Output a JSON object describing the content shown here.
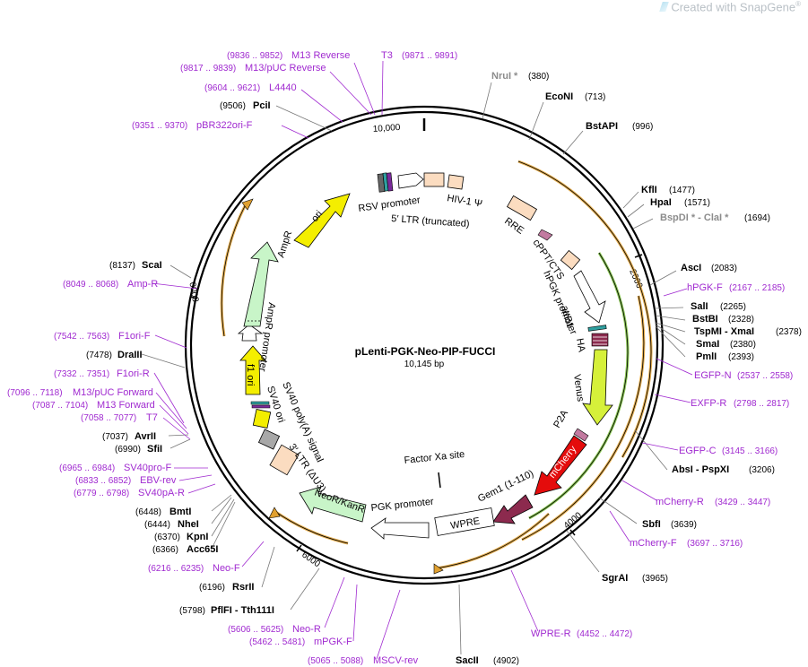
{
  "branding": {
    "prefix": "Created with ",
    "product": "SnapGene",
    "mark": "®"
  },
  "plasmid": {
    "name": "pLenti-PGK-Neo-PIP-FUCCI",
    "length_label": "10,145 bp"
  },
  "ticks": [
    {
      "label": "2000"
    },
    {
      "label": "4000"
    },
    {
      "label": "6000"
    },
    {
      "label": "8000"
    },
    {
      "label": "10,000"
    }
  ],
  "enzymes": [
    {
      "name": "NruI *",
      "pos": "(380)",
      "gray": true
    },
    {
      "name": "EcoNI",
      "pos": "(713)"
    },
    {
      "name": "BstAPI",
      "pos": "(996)"
    },
    {
      "name": "KflI",
      "pos": "(1477)"
    },
    {
      "name": "HpaI",
      "pos": "(1571)"
    },
    {
      "name": "BspDI * - ClaI *",
      "pos": "(1694)",
      "gray": true
    },
    {
      "name": "AscI",
      "pos": "(2083)"
    },
    {
      "name": "SalI",
      "pos": "(2265)"
    },
    {
      "name": "BstBI",
      "pos": "(2328)"
    },
    {
      "name": "TspMI - XmaI",
      "pos": "(2378)"
    },
    {
      "name": "SmaI",
      "pos": "(2380)"
    },
    {
      "name": "PmlI",
      "pos": "(2393)"
    },
    {
      "name": "AbsI - PspXI",
      "pos": "(3206)"
    },
    {
      "name": "SbfI",
      "pos": "(3639)"
    },
    {
      "name": "SgrAI",
      "pos": "(3965)"
    },
    {
      "name": "SacII",
      "pos": "(4902)"
    },
    {
      "name": "PflFI - Tth111I",
      "pos": "(5798)"
    },
    {
      "name": "RsrII",
      "pos": "(6196)"
    },
    {
      "name": "Acc65I",
      "pos": "(6366)"
    },
    {
      "name": "KpnI",
      "pos": "(6370)"
    },
    {
      "name": "NheI",
      "pos": "(6444)"
    },
    {
      "name": "BmtI",
      "pos": "(6448)"
    },
    {
      "name": "SfiI",
      "pos": "(6990)"
    },
    {
      "name": "AvrII",
      "pos": "(7037)"
    },
    {
      "name": "DraIII",
      "pos": "(7478)"
    },
    {
      "name": "ScaI",
      "pos": "(8137)"
    },
    {
      "name": "PciI",
      "pos": "(9506)"
    }
  ],
  "primers": [
    {
      "name": "M13 Reverse",
      "pos": "(9836 .. 9852)"
    },
    {
      "name": "T3",
      "pos": "(9871 .. 9891)"
    },
    {
      "name": "M13/pUC Reverse",
      "pos": "(9817 .. 9839)"
    },
    {
      "name": "L4440",
      "pos": "(9604 .. 9621)"
    },
    {
      "name": "pBR322ori-F",
      "pos": "(9351 .. 9370)"
    },
    {
      "name": "Amp-R",
      "pos": "(8049 .. 8068)"
    },
    {
      "name": "F1ori-F",
      "pos": "(7542 .. 7563)"
    },
    {
      "name": "F1ori-R",
      "pos": "(7332 .. 7351)"
    },
    {
      "name": "M13/pUC Forward",
      "pos": "(7096 .. 7118)"
    },
    {
      "name": "M13 Forward",
      "pos": "(7087 .. 7104)"
    },
    {
      "name": "T7",
      "pos": "(7058 .. 7077)"
    },
    {
      "name": "SV40pro-F",
      "pos": "(6965 .. 6984)"
    },
    {
      "name": "EBV-rev",
      "pos": "(6833 .. 6852)"
    },
    {
      "name": "SV40pA-R",
      "pos": "(6779 .. 6798)"
    },
    {
      "name": "Neo-F",
      "pos": "(6216 .. 6235)"
    },
    {
      "name": "Neo-R",
      "pos": "(5606 .. 5625)"
    },
    {
      "name": "mPGK-F",
      "pos": "(5462 .. 5481)"
    },
    {
      "name": "MSCV-rev",
      "pos": "(5065 .. 5088)"
    },
    {
      "name": "WPRE-R",
      "pos": "(4452 .. 4472)"
    },
    {
      "name": "hPGK-F",
      "pos": "(2167 .. 2185)"
    },
    {
      "name": "EGFP-N",
      "pos": "(2537 .. 2558)"
    },
    {
      "name": "EXFP-R",
      "pos": "(2798 .. 2817)"
    },
    {
      "name": "EGFP-C",
      "pos": "(3145 .. 3166)"
    },
    {
      "name": "mCherry-R",
      "pos": "(3429 .. 3447)"
    },
    {
      "name": "mCherry-F",
      "pos": "(3697 .. 3716)"
    }
  ],
  "features": {
    "rsv_promoter": "RSV promoter",
    "ltr5": "5′ LTR (truncated)",
    "hiv_psi": "HIV-1 Ψ",
    "rre": "RRE",
    "cppt": "cPPT/CTS",
    "hpgk": "hPGK promoter",
    "attb1": "attB1",
    "ha": "HA",
    "venus": "Venus",
    "p2a": "P2A",
    "mcherry": "mCherry",
    "gem1": "Gem1 (1-110)",
    "factor_xa": "Factor Xa site",
    "wpre": "WPRE",
    "pgk_promoter": "PGK promoter",
    "neor": "NeoR/KanR",
    "ltr3": "3′ LTR (ΔU3)",
    "sv40_polya": "SV40 poly(A) signal",
    "sv40_ori": "SV40 ori",
    "f1_ori": "f1 ori",
    "ampr_promoter": "AmpR promoter",
    "ampr": "AmpR",
    "ori": "ori"
  },
  "colors": {
    "primer": "#a02ad0",
    "orf_orange": "#e0a030",
    "orf_green": "#7cc040",
    "venus": "#d6f03a",
    "mcherry": "#e40c0c",
    "gem1": "#8c2a4e",
    "ori": "#f4ee00",
    "ampr": "#c8f5c8",
    "ltr": "#fbdcc0"
  }
}
